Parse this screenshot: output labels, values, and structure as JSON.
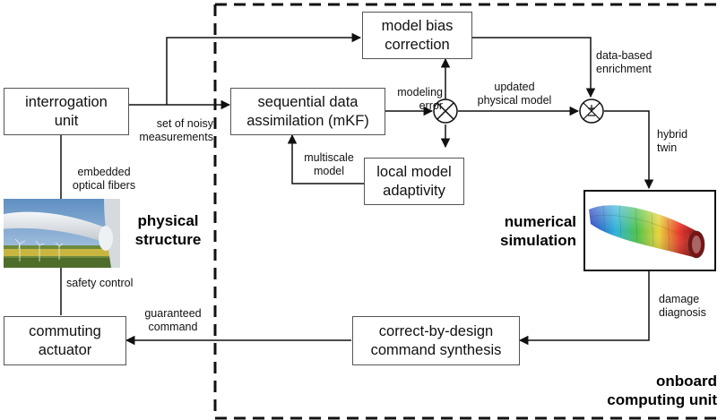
{
  "boxes": {
    "interrogation": [
      "interrogation",
      "unit"
    ],
    "assimilation": [
      "sequential data",
      "assimilation (mKF)"
    ],
    "model_bias": [
      "model bias",
      "correction"
    ],
    "local_model": [
      "local model",
      "adaptivity"
    ],
    "commuting": [
      "commuting",
      "actuator"
    ],
    "correct_design": [
      "correct-by-design",
      "command synthesis"
    ]
  },
  "labels": {
    "noisy": [
      "set of noisy",
      "measurements"
    ],
    "modeling_error": [
      "modeling",
      "error"
    ],
    "updated_model": [
      "updated",
      "physical model"
    ],
    "data_based": [
      "data-based",
      "enrichment"
    ],
    "hybrid_twin": [
      "hybrid",
      "twin"
    ],
    "multiscale": [
      "multiscale",
      "model"
    ],
    "embedded": [
      "embedded",
      "optical fibers"
    ],
    "safety": "safety control",
    "guaranteed": [
      "guaranteed",
      "command"
    ],
    "damage": [
      "damage",
      "diagnosis"
    ]
  },
  "headings": {
    "physical": [
      "physical",
      "structure"
    ],
    "numerical": [
      "numerical",
      "simulation"
    ],
    "onboard": [
      "onboard",
      "computing unit"
    ]
  },
  "symbols": {
    "junction_1": "cross",
    "junction_2": "plus-minus"
  },
  "colors": {
    "line": "#111111",
    "dashed_border": "#111111",
    "box_border": "#555555"
  }
}
